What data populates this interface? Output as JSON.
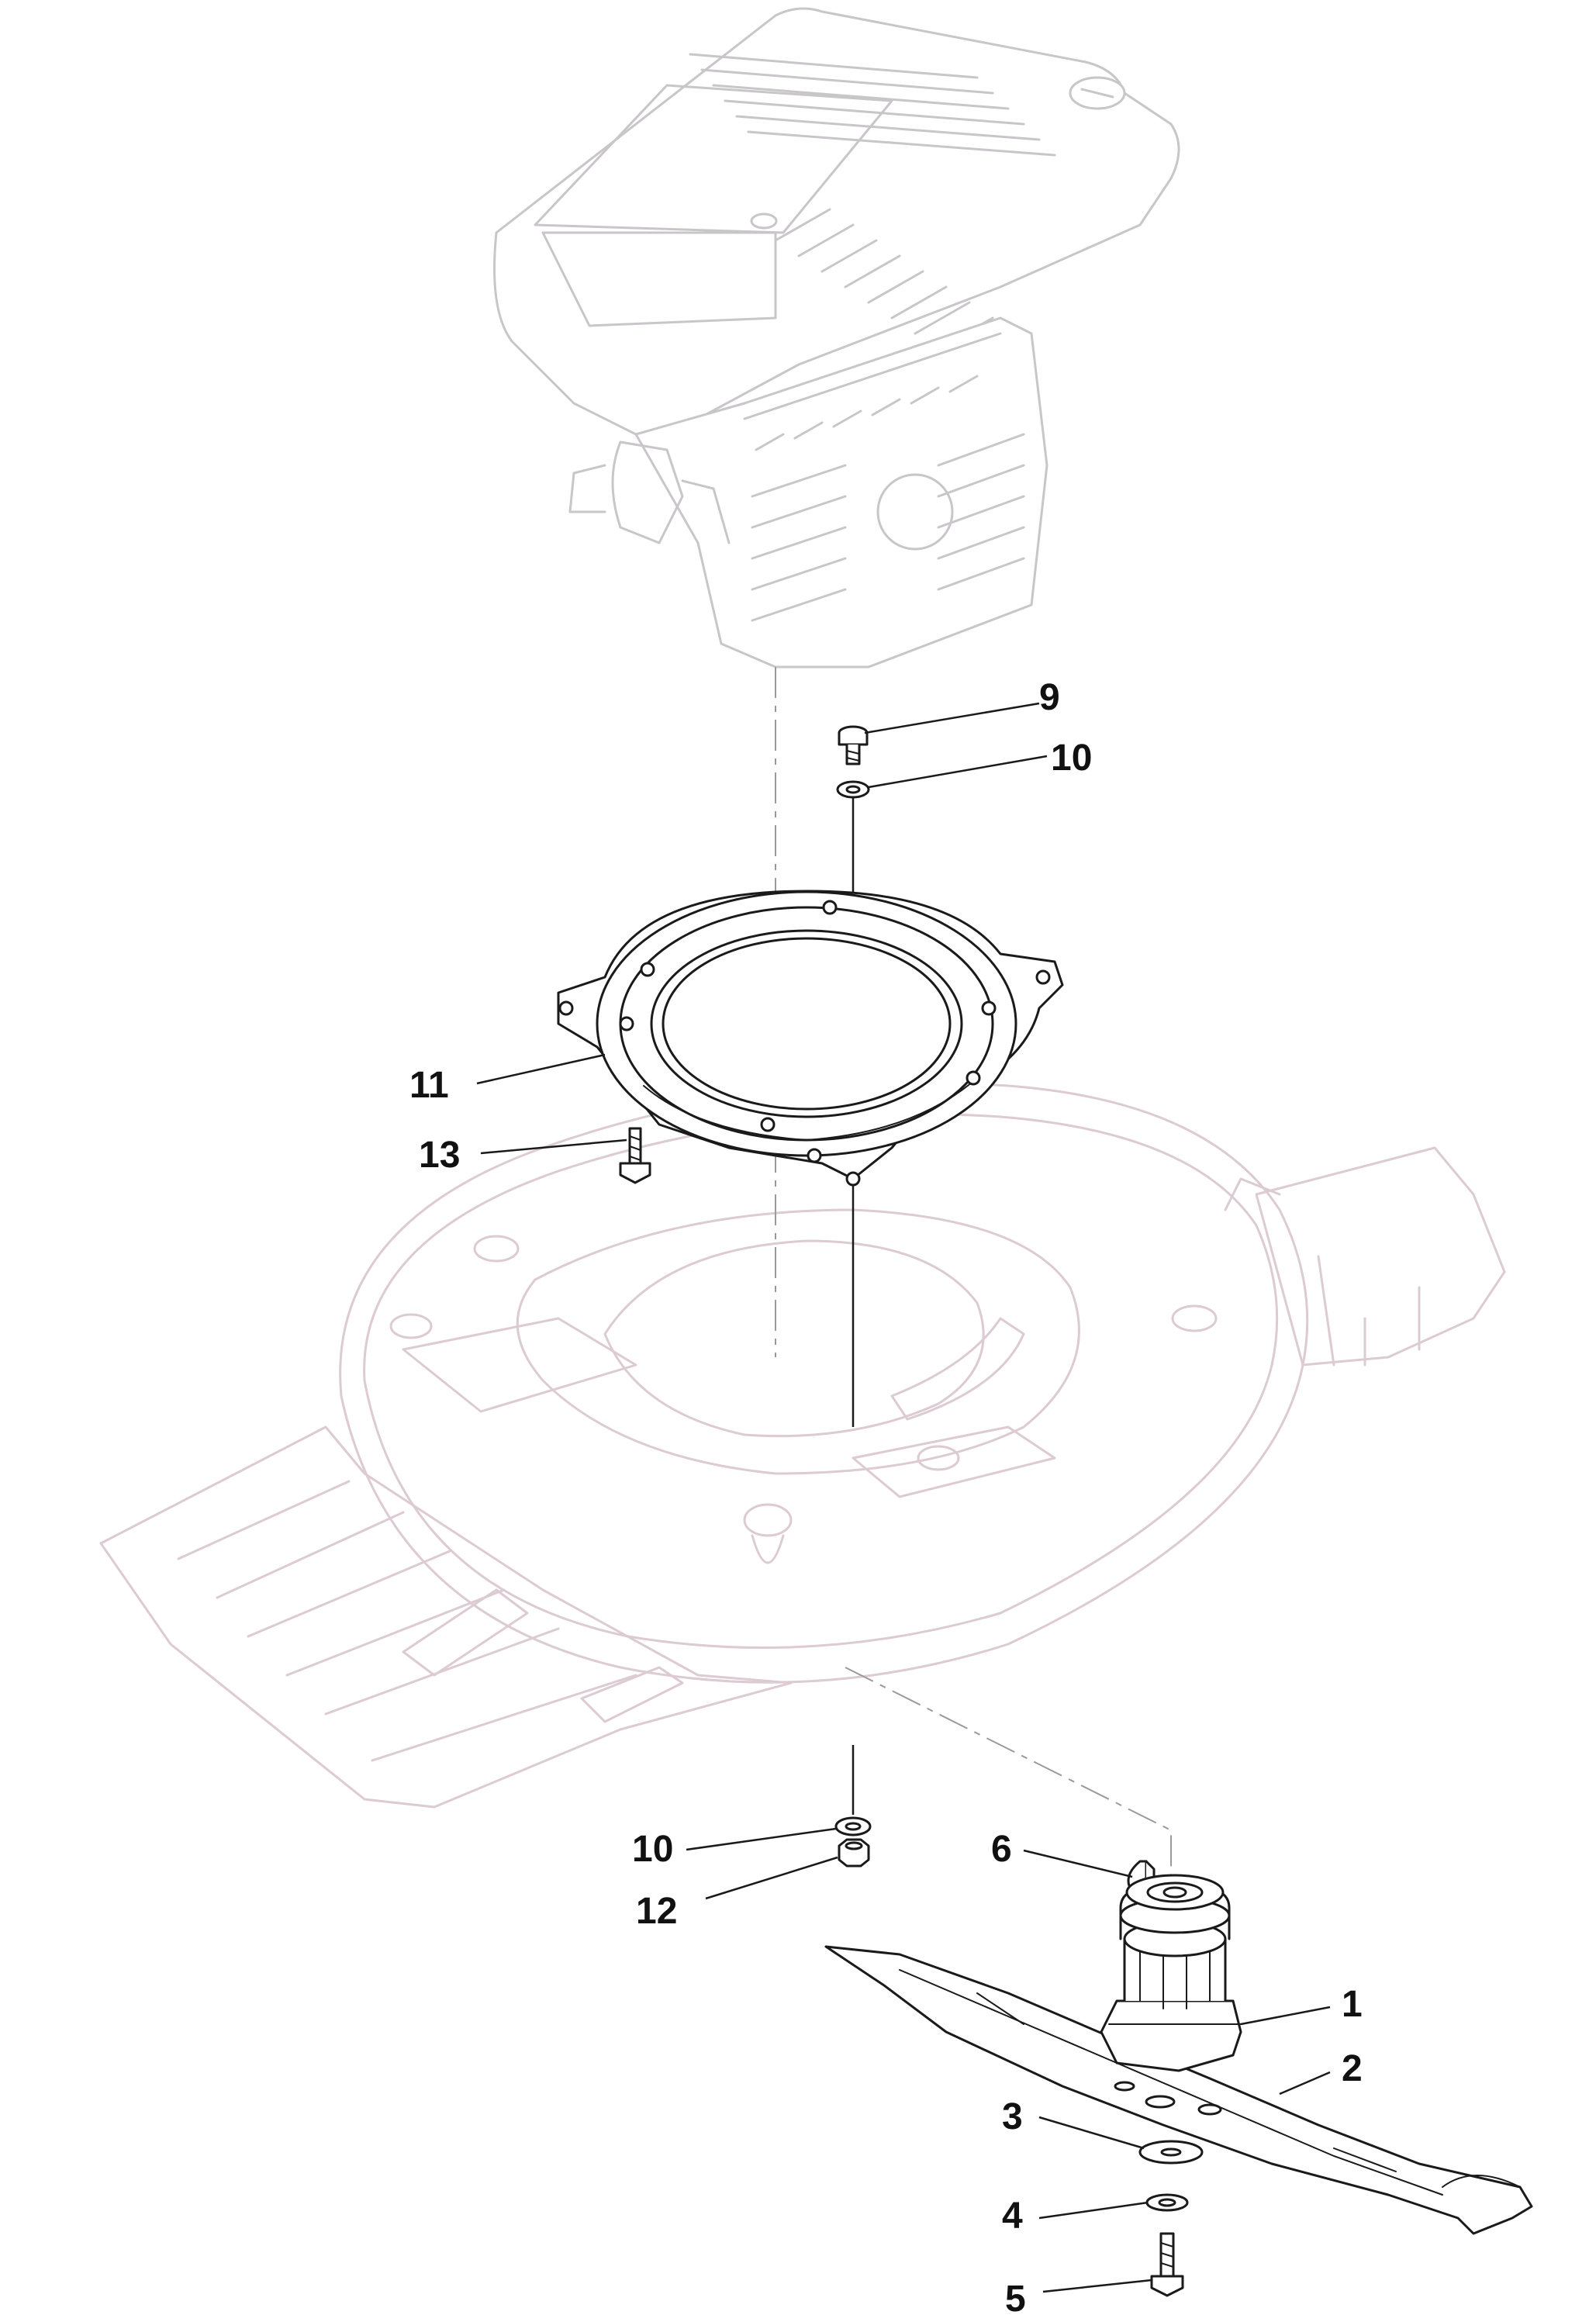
{
  "diagram": {
    "callouts": [
      {
        "id": "c9",
        "label": "9"
      },
      {
        "id": "c10a",
        "label": "10"
      },
      {
        "id": "c11",
        "label": "11"
      },
      {
        "id": "c13",
        "label": "13"
      },
      {
        "id": "c10b",
        "label": "10"
      },
      {
        "id": "c12",
        "label": "12"
      },
      {
        "id": "c6",
        "label": "6"
      },
      {
        "id": "c1",
        "label": "1"
      },
      {
        "id": "c2",
        "label": "2"
      },
      {
        "id": "c3",
        "label": "3"
      },
      {
        "id": "c4",
        "label": "4"
      },
      {
        "id": "c5",
        "label": "5"
      }
    ],
    "parts": [
      {
        "id": "engine",
        "icon": "engine-ghost-icon"
      },
      {
        "id": "deck",
        "icon": "mower-deck-ghost-icon"
      },
      {
        "id": "flange",
        "icon": "engine-flange-icon"
      },
      {
        "id": "hub",
        "icon": "blade-hub-icon"
      },
      {
        "id": "blade",
        "icon": "cutting-blade-icon"
      },
      {
        "id": "bolt",
        "icon": "bolt-icon"
      },
      {
        "id": "washer",
        "icon": "washer-icon"
      },
      {
        "id": "nut",
        "icon": "nut-icon"
      },
      {
        "id": "key",
        "icon": "woodruff-key-icon"
      }
    ],
    "colors": {
      "ink": "#1a1a1a",
      "ghost": "#c9c6c9",
      "ghost_pink": "#dccbd2",
      "background": "#ffffff"
    }
  }
}
